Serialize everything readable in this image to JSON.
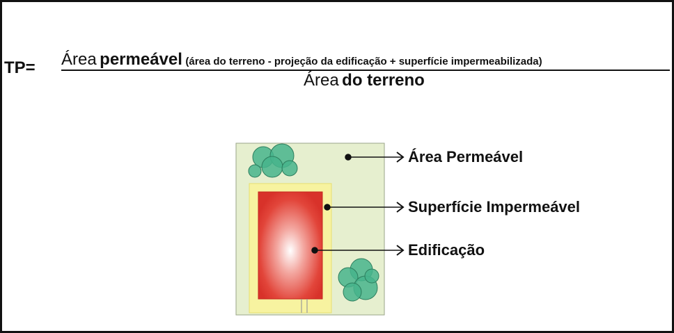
{
  "formula": {
    "prefix": "TP=",
    "numerator_word1": "Área",
    "numerator_word2": "permeável",
    "numerator_note": "(área do terreno - projeção da edificação + superfície impermeabilizada)",
    "denominator_word1": "Área",
    "denominator_word2": "do terreno"
  },
  "labels": {
    "permeable": "Área Permeável",
    "impermeable": "Superfície Impermeável",
    "building": "Edificação"
  },
  "colors": {
    "lot": "#e6efcf",
    "impermeable_surface": "#f7f3a0",
    "building_edge": "#e23a2f",
    "building_center": "#ffffff",
    "tree": "#3cae86",
    "text": "#111111"
  }
}
